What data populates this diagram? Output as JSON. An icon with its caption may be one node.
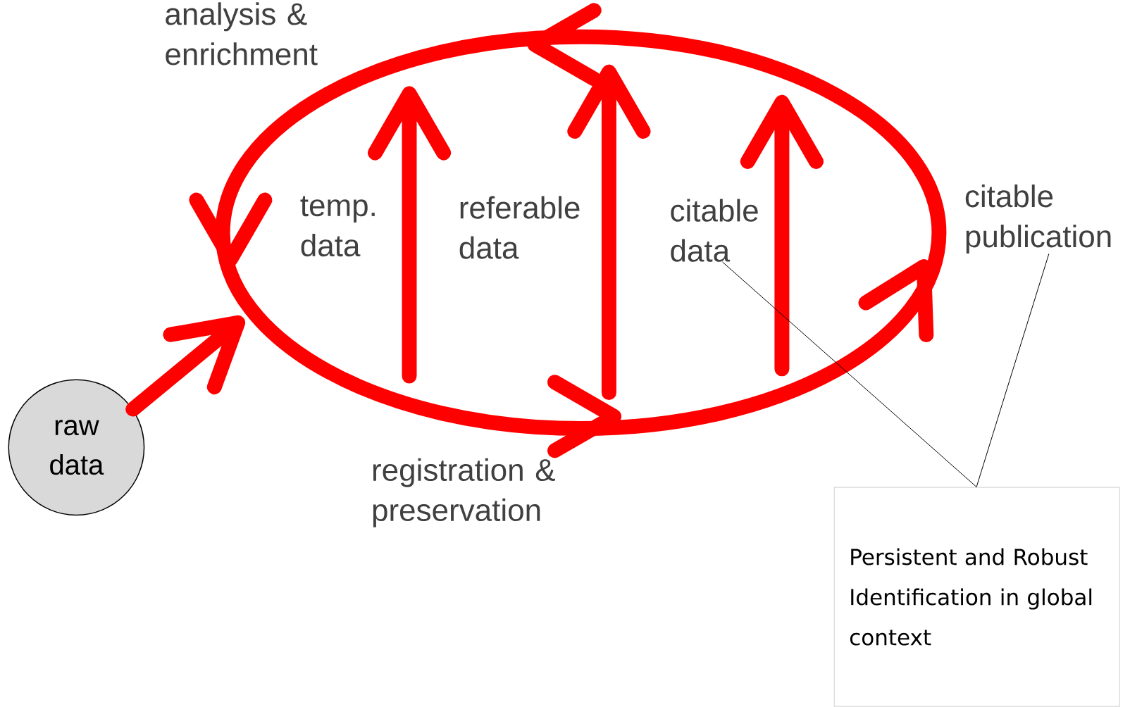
{
  "diagram": {
    "nodes": [
      {
        "text": [
          "raw data"
        ]
      },
      {
        "text": [
          "citable data"
        ]
      },
      {
        "text": [
          "citable publication"
        ]
      },
      {
        "text": [
          "Persistent and Robust Identification in global context"
        ]
      }
    ],
    "edges": [
      {
        "from": 0,
        "to": null,
        "arrow": "to",
        "color": "#ff0000",
        "style": "thick"
      },
      {
        "from": 3,
        "to": 1,
        "arrow": "none"
      },
      {
        "from": 3,
        "to": 2,
        "arrow": "none"
      }
    ],
    "labels": [
      "analysis & enrichment",
      "temp. data",
      "referable data",
      "registration & preservation"
    ]
  }
}
